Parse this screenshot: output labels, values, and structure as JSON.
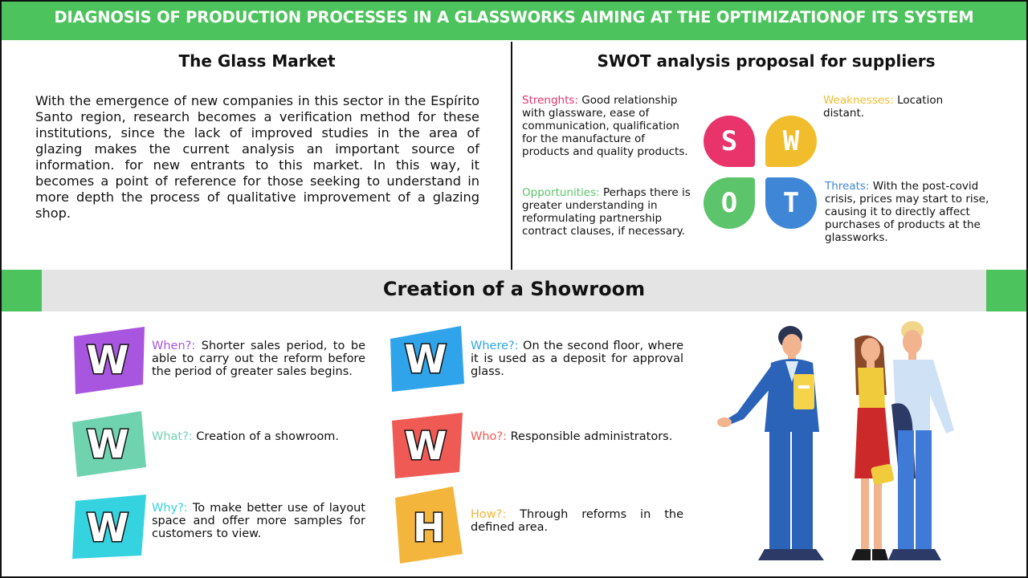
{
  "header": {
    "title": "DIAGNOSIS OF PRODUCTION PROCESSES IN A GLASSWORKS AIMING AT THE OPTIMIZATIONOF ITS SYSTEM"
  },
  "glass_market": {
    "title": "The Glass Market",
    "body": "With the emergence of new companies in this sector in the Espírito Santo region, research becomes a verification method for these institutions, since the lack of improved studies in the area of glazing makes the current analysis an important source of information. for new entrants to this market. In this way, it becomes a point of reference for those seeking to understand in more depth the process of qualitative improvement of a glazing shop."
  },
  "swot": {
    "title": "SWOT analysis proposal for suppliers",
    "strengths": {
      "label": "Strenghts:",
      "text": " Good relationship with glassware, ease of communication, qualification for the manufacture of products and quality products."
    },
    "weaknesses": {
      "label": "Weaknesses:",
      "text": " Location distant."
    },
    "opportunities": {
      "label": "Opportunities:",
      "text": " Perhaps there is greater understanding in reformulating partnership contract clauses, if necessary."
    },
    "threats": {
      "label": "Threats:",
      "text": " With the post-covid crisis, prices may start to rise, causing it to directly affect purchases of products at the glassworks."
    },
    "tiles": {
      "s": "S",
      "w": "W",
      "o": "O",
      "t": "T"
    },
    "colors": {
      "strengths": "#e8336b",
      "weaknesses": "#f1bd2c",
      "opportunities": "#5cc46a",
      "threats": "#3f87d6"
    }
  },
  "showroom": {
    "title": "Creation of a Showroom",
    "items": [
      {
        "key": "when",
        "letter": "W",
        "label": "When?:",
        "text": " Shorter sales period, to be able to carry out the reform before the period of greater sales begins.",
        "color": "#a855e0"
      },
      {
        "key": "what",
        "letter": "W",
        "label": "What?:",
        "text": " Creation of a showroom.",
        "color": "#6fd3b0"
      },
      {
        "key": "why",
        "letter": "W",
        "label": "Why?:",
        "text": " To make better use of layout space and offer more samples for customers to view.",
        "color": "#35d2e0"
      },
      {
        "key": "where",
        "letter": "W",
        "label": "Where?:",
        "text": " On the second floor, where it is used as a deposit for approval glass.",
        "color": "#2fa4ea"
      },
      {
        "key": "who",
        "letter": "W",
        "label": "Who?:",
        "text": " Responsible administrators.",
        "color": "#f05a55"
      },
      {
        "key": "how",
        "letter": "H",
        "label": "How?:",
        "text": " Through reforms in the defined area.",
        "color": "#f3b53c"
      }
    ]
  },
  "illustration": {
    "icon": "business-people-illustration"
  }
}
